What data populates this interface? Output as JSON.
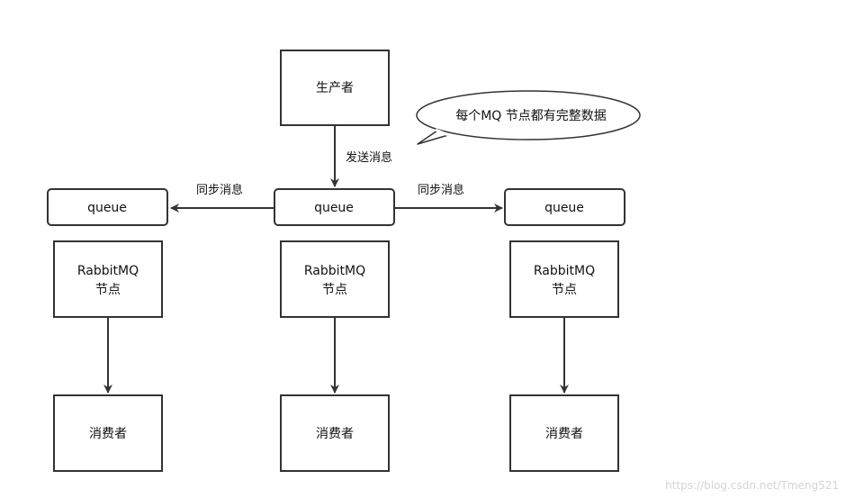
{
  "producer": {
    "label": "生产者"
  },
  "callout": {
    "text": "每个MQ 节点都有完整数据"
  },
  "edges": {
    "send": "发送消息",
    "sync_left": "同步消息",
    "sync_right": "同步消息"
  },
  "queues": [
    {
      "label": "queue"
    },
    {
      "label": "queue"
    },
    {
      "label": "queue"
    }
  ],
  "nodes": [
    {
      "line1": "RabbitMQ",
      "line2": "节点"
    },
    {
      "line1": "RabbitMQ",
      "line2": "节点"
    },
    {
      "line1": "RabbitMQ",
      "line2": "节点"
    }
  ],
  "consumers": [
    {
      "label": "消费者"
    },
    {
      "label": "消费者"
    },
    {
      "label": "消费者"
    }
  ],
  "watermark": "https://blog.csdn.net/Tmeng521"
}
